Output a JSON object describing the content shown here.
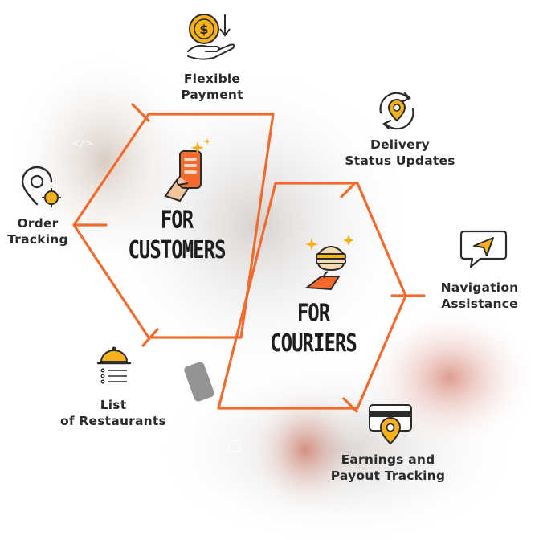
{
  "center_panels": {
    "customers": {
      "line1": "FOR",
      "line2": "CUSTOMERS"
    },
    "couriers": {
      "line1": "FOR",
      "line2": "COURIERS"
    }
  },
  "features": {
    "flexible_payment": {
      "line1": "Flexible",
      "line2": "Payment",
      "icon": "coin-hand-icon"
    },
    "order_tracking": {
      "line1": "Order",
      "line2": "Tracking",
      "icon": "location-target-icon"
    },
    "list_of_restaurants": {
      "line1": "List",
      "line2": "of Restaurants",
      "icon": "cloche-list-icon"
    },
    "delivery_status_updates": {
      "line1": "Delivery",
      "line2": "Status Updates",
      "icon": "location-refresh-icon"
    },
    "navigation_assistance": {
      "line1": "Navigation",
      "line2": "Assistance",
      "icon": "navigation-arrow-icon"
    },
    "earnings_payout_tracking": {
      "line1": "Earnings and",
      "line2": "Payout Tracking",
      "icon": "card-location-icon"
    }
  },
  "colors": {
    "accent": "#f26a2e",
    "gold": "#f5b21c",
    "dark": "#2b2b2b"
  }
}
